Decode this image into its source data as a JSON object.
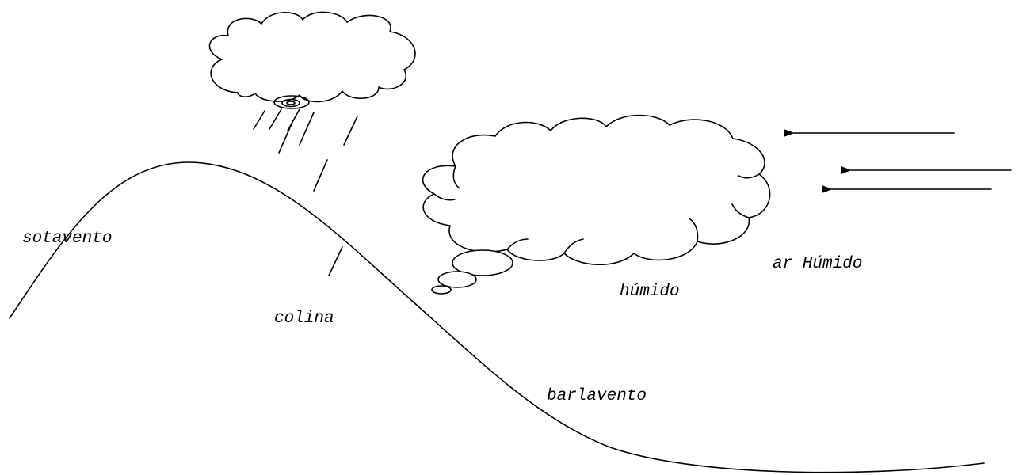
{
  "labels": {
    "sotavento": "sotavento",
    "colina": "colina",
    "humido": "húmido",
    "barlavento": "barlavento",
    "ar_humido": "ar Húmido"
  },
  "wind": {
    "arrow_count": 3,
    "direction": "leftward"
  },
  "rain": {
    "streak_count": 8
  },
  "colors": {
    "stroke": "#000000",
    "background": "#ffffff"
  }
}
